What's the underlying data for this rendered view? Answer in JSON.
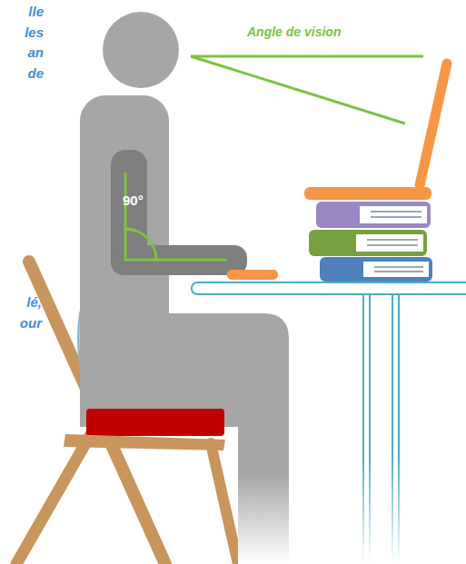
{
  "diagram": {
    "labels": [
      "lle les an de",
      "Angle de vision",
      "90°",
      "lé, our"
    ]
  }
}
